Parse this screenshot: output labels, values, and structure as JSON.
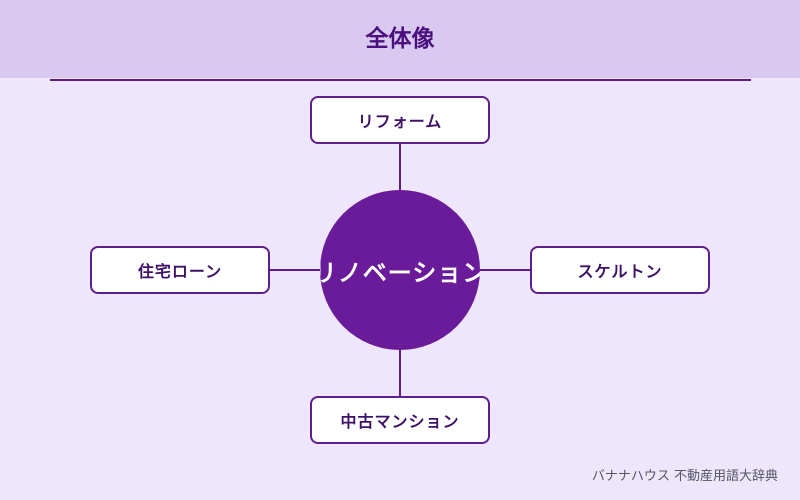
{
  "diagram": {
    "title": "全体像",
    "center": {
      "label": "リノベーション"
    },
    "nodes": {
      "top": "リフォーム",
      "left": "住宅ローン",
      "right": "スケルトン",
      "bottom": "中古マンション"
    },
    "footer": "バナナハウス 不動産用語大辞典"
  },
  "colors": {
    "header_bg": "#d9c8ef",
    "page_bg": "#ede6fd",
    "accent": "#6a1b9a",
    "title_text": "#4b1080"
  }
}
